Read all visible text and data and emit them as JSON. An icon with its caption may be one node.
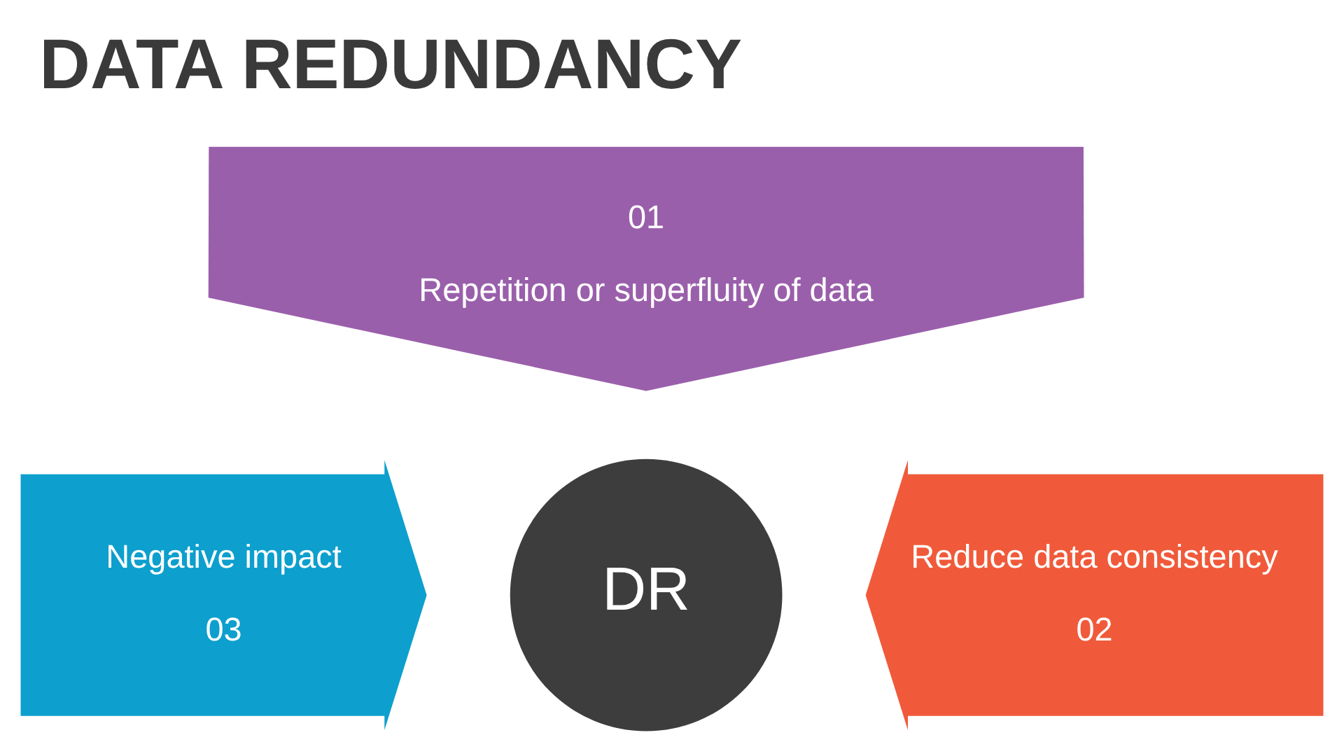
{
  "diagram": {
    "title": "DATA REDUNDANCY",
    "nodes": [
      {
        "text": [
          "01",
          "Repetition or superfluity of data"
        ]
      },
      {
        "text": [
          "DR"
        ]
      },
      {
        "text": [
          "Negative impact",
          "03"
        ]
      },
      {
        "text": [
          "Reduce data consistency",
          "02"
        ]
      }
    ]
  }
}
